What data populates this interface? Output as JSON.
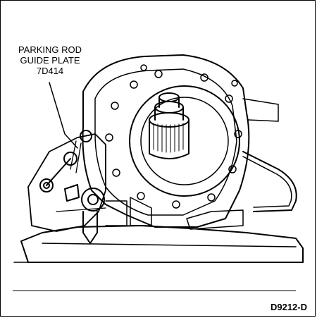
{
  "callout": {
    "line1": "PARKING ROD",
    "line2": "GUIDE PLATE",
    "part_number": "7D414"
  },
  "figure_code": "D9212-D"
}
